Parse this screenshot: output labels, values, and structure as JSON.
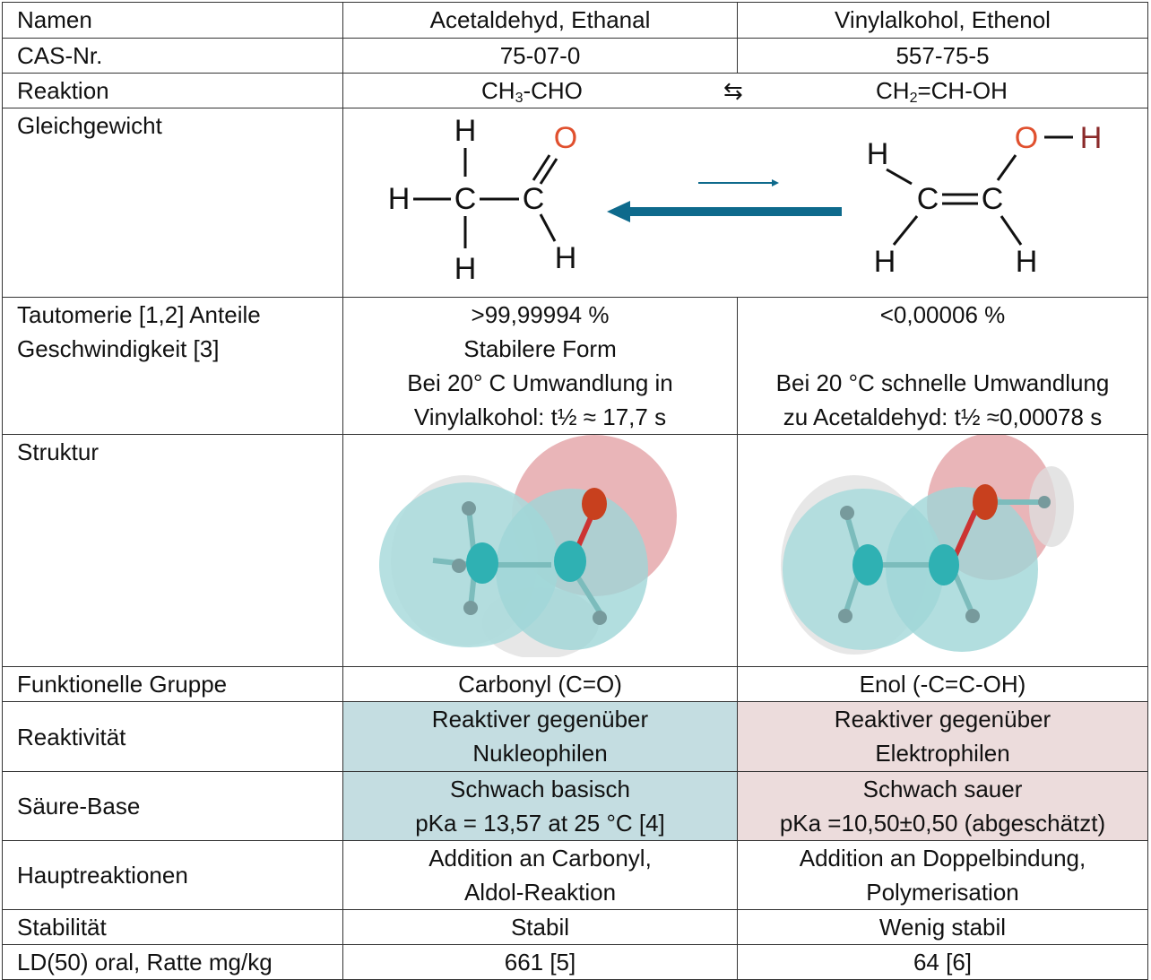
{
  "header": {
    "label": "Namen",
    "left": "Acetaldehyd, Ethanal",
    "right": "Vinylalkohol, Ethenol"
  },
  "cas": {
    "label": "CAS-Nr.",
    "left": "75-07-0",
    "right": "557-75-5"
  },
  "reaction": {
    "label": "Reaktion",
    "left_main": "CH",
    "left_sub": "3",
    "left_rest": "-CHO",
    "arrow": "⇆",
    "right_main": "CH",
    "right_sub": "2",
    "right_rest": "=CH-OH"
  },
  "equilibrium": {
    "label": "Gleichgewicht",
    "atoms": {
      "H": "H",
      "C": "C",
      "O": "O"
    }
  },
  "tautomerie": {
    "label1": "Tautomerie [1,2] Anteile",
    "label2": "Geschwindigkeit [3]",
    "left": [
      ">99,99994 %",
      "Stabilere Form",
      "Bei 20° C Umwandlung in",
      "Vinylalkohol:  t½ ≈ 17,7 s"
    ],
    "right": [
      "<0,00006 %",
      "",
      "Bei 20 °C schnelle Umwandlung",
      "zu Acetaldehyd: t½ ≈0,00078 s"
    ]
  },
  "struktur": {
    "label": "Struktur"
  },
  "funktionell": {
    "label": "Funktionelle Gruppe",
    "left": "Carbonyl (C=O)",
    "right": "Enol (-C=C-OH)"
  },
  "reaktivitaet": {
    "label": "Reaktivität",
    "left": [
      "Reaktiver gegenüber",
      "Nukleophilen"
    ],
    "right": [
      "Reaktiver gegenüber",
      "Elektrophilen"
    ]
  },
  "saeure": {
    "label": "Säure-Base",
    "left": [
      "Schwach basisch",
      "pKa = 13,57 at 25 °C [4]"
    ],
    "right": [
      "Schwach sauer",
      "pKa =10,50±0,50 (abgeschätzt)"
    ]
  },
  "haupt": {
    "label": "Hauptreaktionen",
    "left": [
      "Addition an Carbonyl,",
      "Aldol-Reaktion"
    ],
    "right": [
      "Addition an Doppelbindung,",
      "Polymerisation"
    ]
  },
  "stabil": {
    "label": "Stabilität",
    "left": "Stabil",
    "right": "Wenig stabil"
  },
  "ld50": {
    "label": "LD(50) oral, Ratte mg/kg",
    "left": "661 [5]",
    "right": "64 [6]"
  },
  "colors": {
    "blue_cell": "#c4dde1",
    "pink_cell": "#ecdcdc",
    "arrow": "#0e6a8c",
    "oxygen": "#e0502e"
  }
}
